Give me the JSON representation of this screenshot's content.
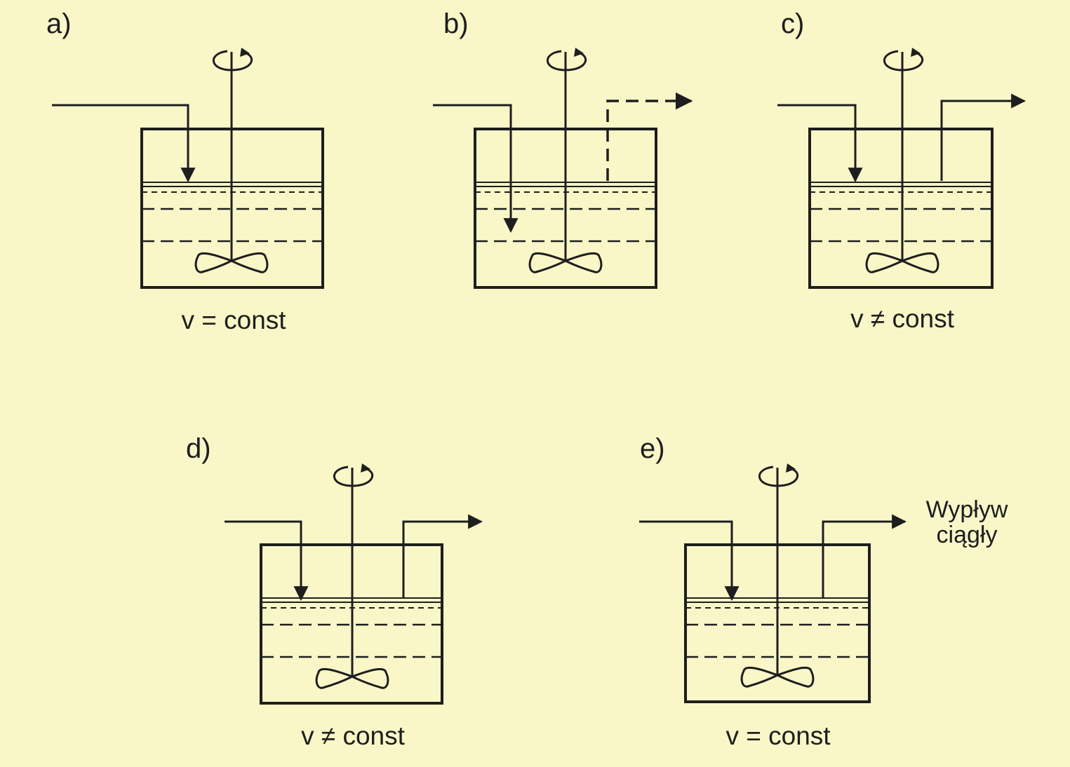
{
  "colors": {
    "background": "#f9f6c8",
    "ink": "#1e1e1e"
  },
  "panels": [
    {
      "label": "a)",
      "caption": "v = const",
      "has_outflow": false,
      "outflow_dashed": false
    },
    {
      "label": "b)",
      "caption": "",
      "has_outflow": true,
      "outflow_dashed": true
    },
    {
      "label": "c)",
      "caption": "v ≠ const",
      "has_outflow": true,
      "outflow_dashed": false
    },
    {
      "label": "d)",
      "caption": "v ≠ const",
      "has_outflow": true,
      "outflow_dashed": false
    },
    {
      "label": "e)",
      "caption": "v = const",
      "has_outflow": true,
      "outflow_dashed": false
    }
  ],
  "annotation": {
    "line1": "Wypływ",
    "line2": "ciągły"
  },
  "icons": {
    "rotation": "rotation-arrow-icon",
    "impeller": "impeller-icon",
    "flow": "flow-arrow-icon"
  }
}
